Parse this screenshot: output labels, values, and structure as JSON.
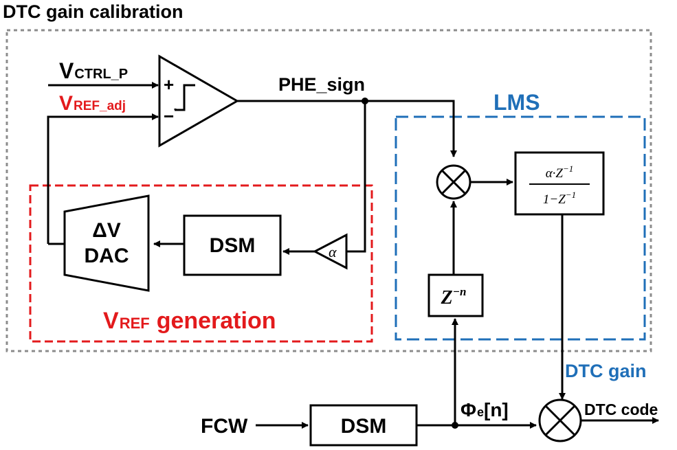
{
  "title": "DTC gain calibration",
  "inputs": {
    "vctrl_main": "V",
    "vctrl_sub": "CTRL_P",
    "vref_main": "V",
    "vref_sub": "REF_adj",
    "fcw": "FCW"
  },
  "comparator": {
    "plus": "+",
    "minus": "−"
  },
  "signals": {
    "phe_sign": "PHE_sign",
    "phi_main": "Φ",
    "phi_sub": "e",
    "phi_idx": "[n]",
    "dtc_gain": "DTC gain",
    "dtc_code": "DTC code"
  },
  "groups": {
    "lms": "LMS",
    "vref_gen_main": "V",
    "vref_gen_sub": "REF",
    "vref_gen_rest": "generation"
  },
  "blocks": {
    "dac_line1": "ΔV",
    "dac_line2": "DAC",
    "dsm_top": "DSM",
    "dsm_bottom": "DSM",
    "alpha": "α",
    "delay_base": "Z",
    "delay_exp": "−n",
    "acc_num": "α·Z",
    "acc_num_exp": "−1",
    "acc_den": "1−Z",
    "acc_den_exp": "−1"
  },
  "colors": {
    "black": "#000000",
    "red": "#e31a1c",
    "blue": "#1f6fb8",
    "gray": "#8c8c8c"
  }
}
